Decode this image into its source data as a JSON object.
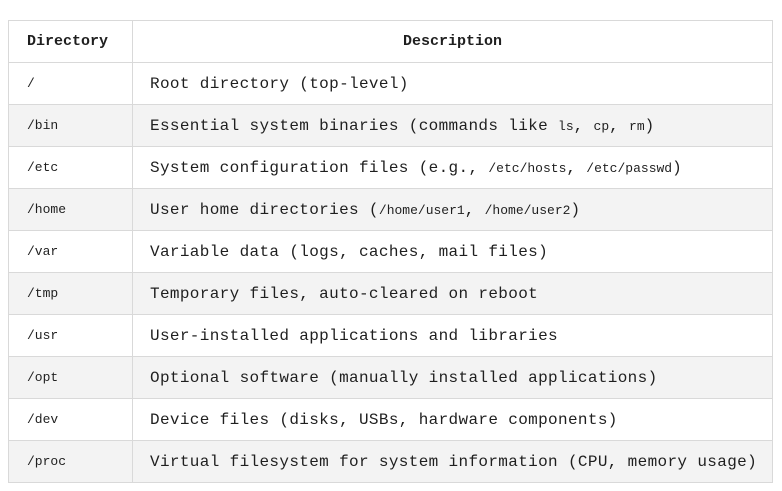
{
  "table": {
    "headers": {
      "directory": "Directory",
      "description": "Description"
    },
    "rows": [
      {
        "dir": "/",
        "desc_parts": [
          {
            "t": "Root directory (top-level)"
          }
        ]
      },
      {
        "dir": "/bin",
        "desc_parts": [
          {
            "t": "Essential system binaries (commands like "
          },
          {
            "t": "ls",
            "code": true
          },
          {
            "t": ", "
          },
          {
            "t": "cp",
            "code": true
          },
          {
            "t": ", "
          },
          {
            "t": "rm",
            "code": true
          },
          {
            "t": ")"
          }
        ]
      },
      {
        "dir": "/etc",
        "desc_parts": [
          {
            "t": "System configuration files (e.g., "
          },
          {
            "t": "/etc/hosts",
            "code": true
          },
          {
            "t": ", "
          },
          {
            "t": "/etc/passwd",
            "code": true
          },
          {
            "t": ")"
          }
        ]
      },
      {
        "dir": "/home",
        "desc_parts": [
          {
            "t": "User home directories ("
          },
          {
            "t": "/home/user1",
            "code": true
          },
          {
            "t": ", "
          },
          {
            "t": "/home/user2",
            "code": true
          },
          {
            "t": ")"
          }
        ]
      },
      {
        "dir": "/var",
        "desc_parts": [
          {
            "t": "Variable data (logs, caches, mail files)"
          }
        ]
      },
      {
        "dir": "/tmp",
        "desc_parts": [
          {
            "t": "Temporary files, auto-cleared on reboot"
          }
        ]
      },
      {
        "dir": "/usr",
        "desc_parts": [
          {
            "t": "User-installed applications and libraries"
          }
        ]
      },
      {
        "dir": "/opt",
        "desc_parts": [
          {
            "t": "Optional software (manually installed applications)"
          }
        ]
      },
      {
        "dir": "/dev",
        "desc_parts": [
          {
            "t": "Device files (disks, USBs, hardware components)"
          }
        ]
      },
      {
        "dir": "/proc",
        "desc_parts": [
          {
            "t": "Virtual filesystem for system information (CPU, memory usage)"
          }
        ]
      }
    ]
  }
}
